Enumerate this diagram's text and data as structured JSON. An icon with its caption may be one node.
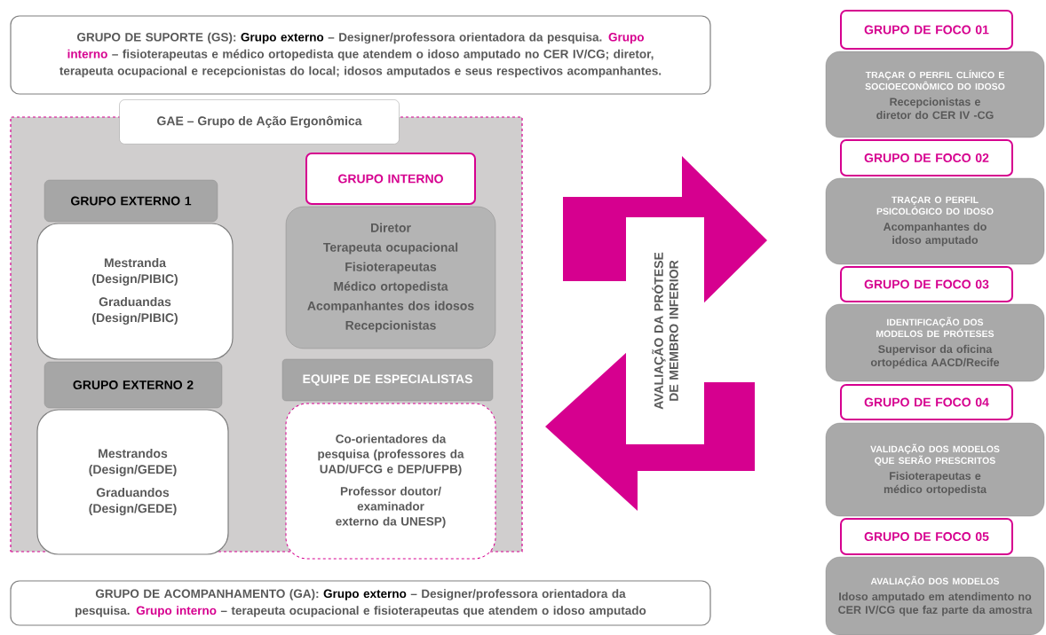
{
  "diagram": {
    "nodes": [
      {
        "text": [
          "GRUPO DE SUPORTE (GS):",
          "Grupo externo",
          "– Designer/professora orientadora da pesquisa.",
          "Grupo interno",
          "– fisioterapeutas e médico ortopedista que atendem o idoso amputado no CER IV/CG; diretor, terapeuta ocupacional e recepcionistas do local; idosos amputados e seus respectivos acompanhantes."
        ]
      },
      {
        "text": [
          "GAE – Grupo de Ação Ergonômica"
        ]
      },
      {
        "text": [
          "GRUPO EXTERNO 1"
        ],
        "in": 1
      },
      {
        "text": [
          "Mestranda (Design/PIBIC)",
          "Graduandas (Design/PIBIC)"
        ],
        "in": 1
      },
      {
        "text": [
          "GRUPO EXTERNO 2"
        ],
        "in": 1
      },
      {
        "text": [
          "Mestrandos (Design/GEDE)",
          "Graduandos (Design/GEDE)"
        ],
        "in": 1
      },
      {
        "text": [
          "GRUPO INTERNO"
        ],
        "in": 1
      },
      {
        "text": [
          "Diretor",
          "Terapeuta ocupacional",
          "Fisioterapeutas",
          "Médico ortopedista",
          "Acompanhantes dos idosos",
          "Recepcionistas"
        ],
        "in": 1
      },
      {
        "text": [
          "EQUIPE DE ESPECIALISTAS"
        ],
        "in": 1
      },
      {
        "text": [
          "Co-orientadores da pesquisa (professores da UAD/UFCG e DEP/UFPB)",
          "Professor doutor/ examinador externo da UNESP)"
        ],
        "in": 1
      },
      {
        "text": [
          "AVALIAÇÃO DA PRÓTESE DE MEMBRO INFERIOR"
        ]
      },
      {
        "text": [
          "GRUPO DE FOCO 01"
        ]
      },
      {
        "text": [
          "TRAÇAR O PERFIL CLÍNICO E SOCIOECONÔMICO DO IDOSO",
          "Recepcionistas e diretor do CER IV -CG"
        ]
      },
      {
        "text": [
          "GRUPO DE FOCO 02"
        ]
      },
      {
        "text": [
          "TRAÇAR O PERFIL PSICOLÓGICO DO IDOSO",
          "Acompanhantes do idoso amputado"
        ]
      },
      {
        "text": [
          "GRUPO DE FOCO 03"
        ]
      },
      {
        "text": [
          "IDENTIFICAÇÃO DOS MODELOS DE PRÓTESES",
          "Supervisor da oficina ortopédica AACD/Recife"
        ]
      },
      {
        "text": [
          "GRUPO DE FOCO 04"
        ]
      },
      {
        "text": [
          "VALIDAÇÃO DOS MODELOS QUE SERÃO PRESCRITOS",
          "Fisioterapeutas e médico ortopedista"
        ]
      },
      {
        "text": [
          "GRUPO DE FOCO 05"
        ]
      },
      {
        "text": [
          "AVALIAÇÃO DOS MODELOS",
          "Idoso amputado em atendimento no CER IV/CG que faz parte da amostra"
        ]
      },
      {
        "text": [
          "GRUPO DE ACOMPANHAMENTO (GA):",
          "Grupo externo",
          "– Designer/professora orientadora da pesquisa.",
          "Grupo interno",
          "– terapeuta ocupacional e fisioterapeutas que atendem o idoso amputado"
        ]
      }
    ],
    "edges": []
  }
}
